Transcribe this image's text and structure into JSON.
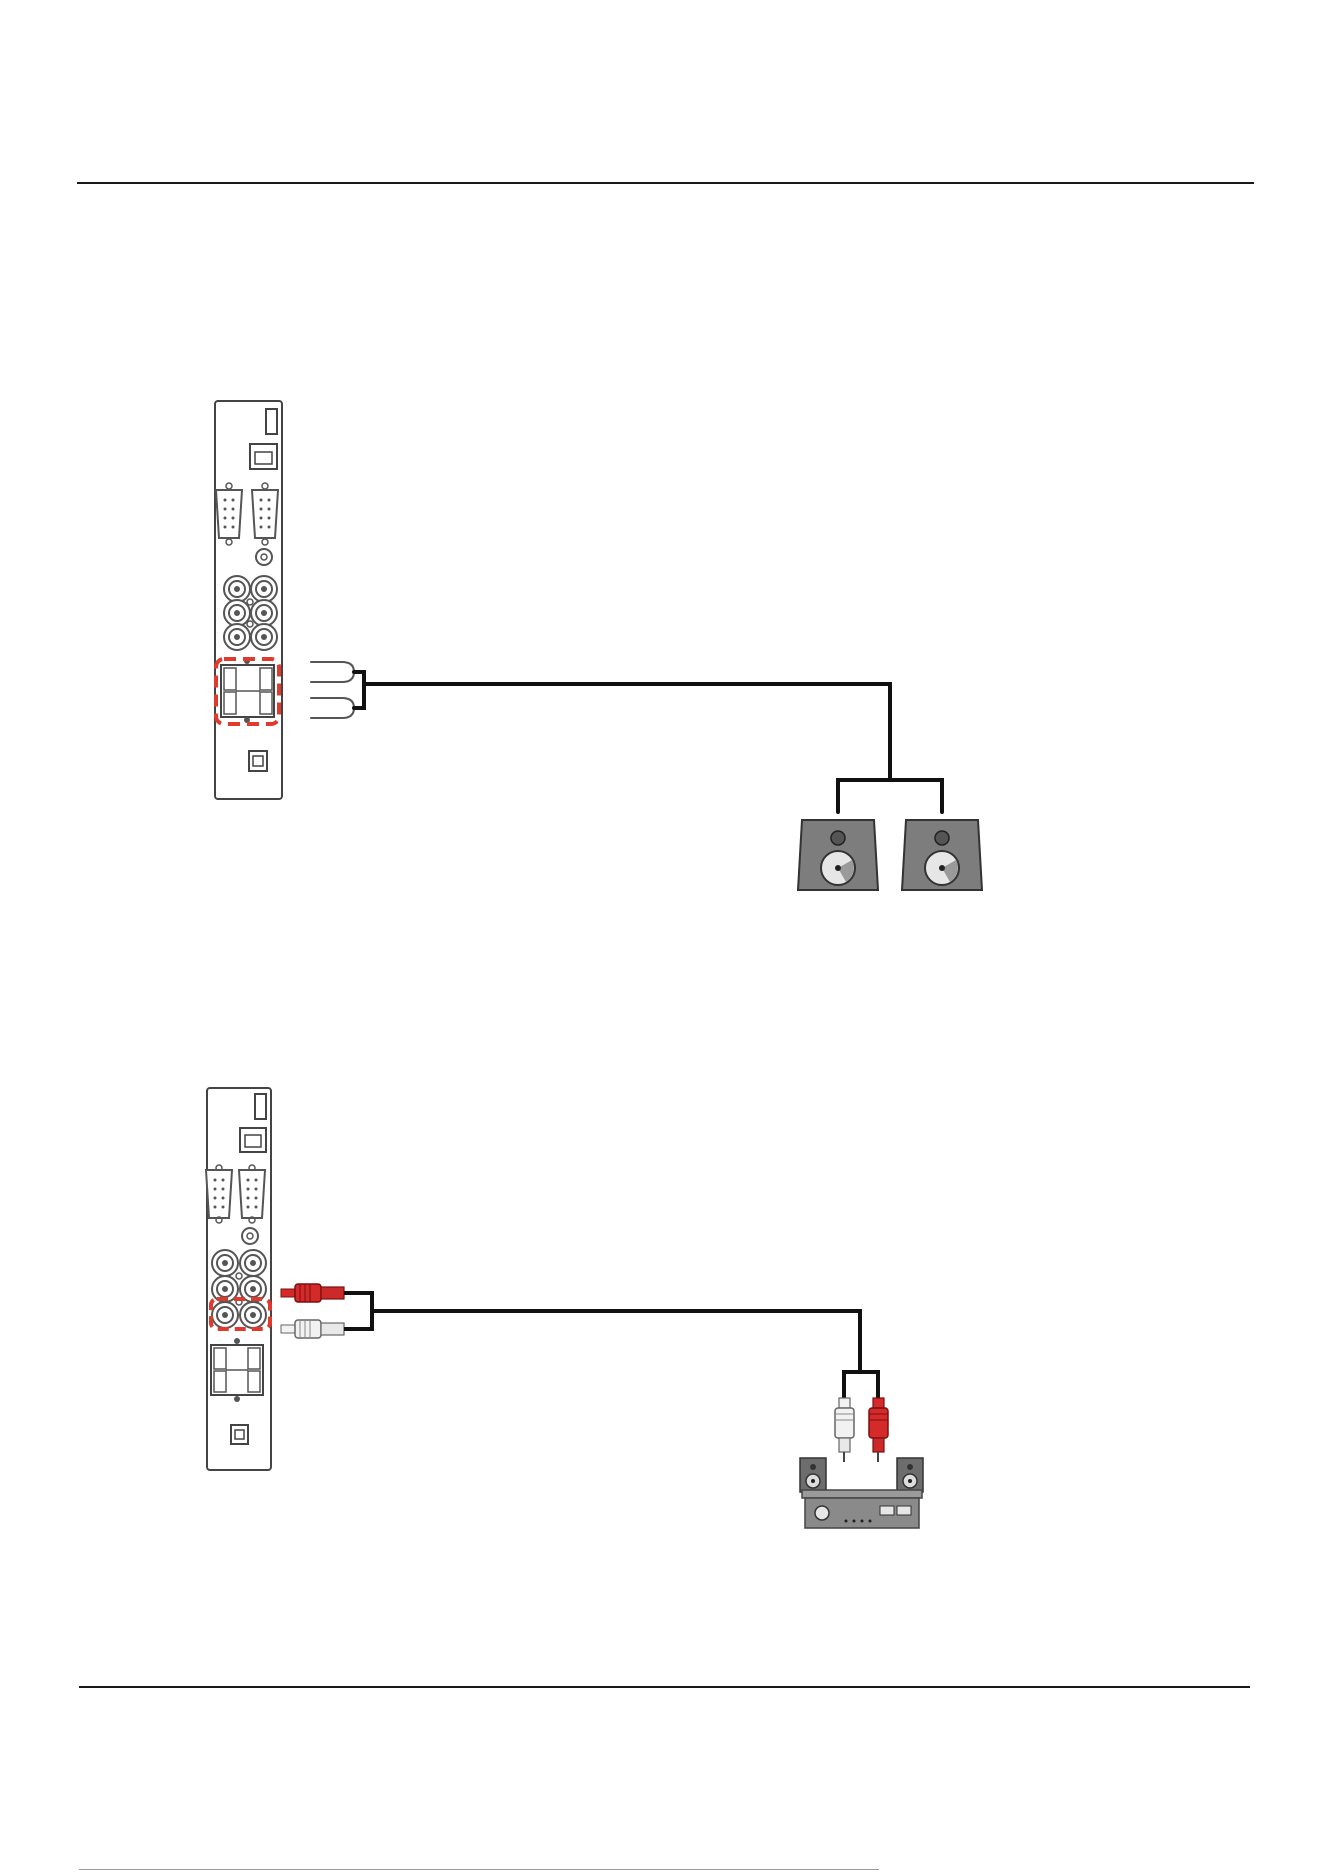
{
  "diagrams": [
    {
      "id": "speakers-connection",
      "ports_highlighted": "speaker-terminals",
      "target_device": "external-speakers",
      "highlight_color": "#e03a2f"
    },
    {
      "id": "audio-out-connection",
      "ports_highlighted": "audio-out-rca",
      "target_device": "audio-receiver-with-speakers",
      "highlight_color": "#e03a2f",
      "rca_colors": {
        "left": "#f2f2f2",
        "right": "#d42a2a"
      }
    }
  ]
}
